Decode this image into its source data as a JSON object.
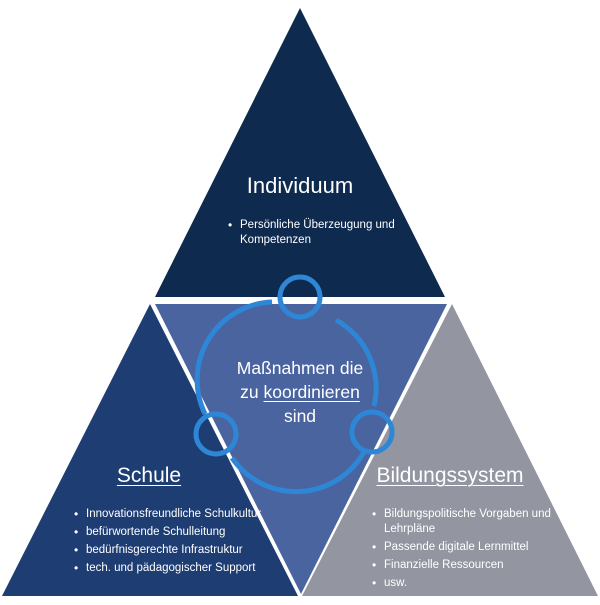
{
  "colors": {
    "top": "#0e2a4e",
    "left": "#1e3d73",
    "center": "#4a64a0",
    "right": "#9396a1",
    "ring": "#2e86d6"
  },
  "top": {
    "title": "Individuum",
    "items": [
      "Persönliche Überzeugung und Kompetenzen"
    ]
  },
  "left": {
    "title": "Schule",
    "items": [
      "Innovationsfreundliche Schulkultur",
      "befürwortende Schulleitung",
      "bedürfnisgerechte Infrastruktur",
      "tech. und pädagogischer Support"
    ]
  },
  "right": {
    "title": "Bildungssystem",
    "items": [
      "Bildungspolitische Vorgaben und Lehrpläne",
      "Passende digitale Lernmittel",
      "Finanzielle Ressourcen",
      "usw."
    ]
  },
  "center": {
    "line1": "Maßnahmen die",
    "line2_prefix": "zu ",
    "line2_emph": "koordinieren",
    "line3": "sind"
  },
  "icons": [
    "cycle-rings-icon"
  ]
}
